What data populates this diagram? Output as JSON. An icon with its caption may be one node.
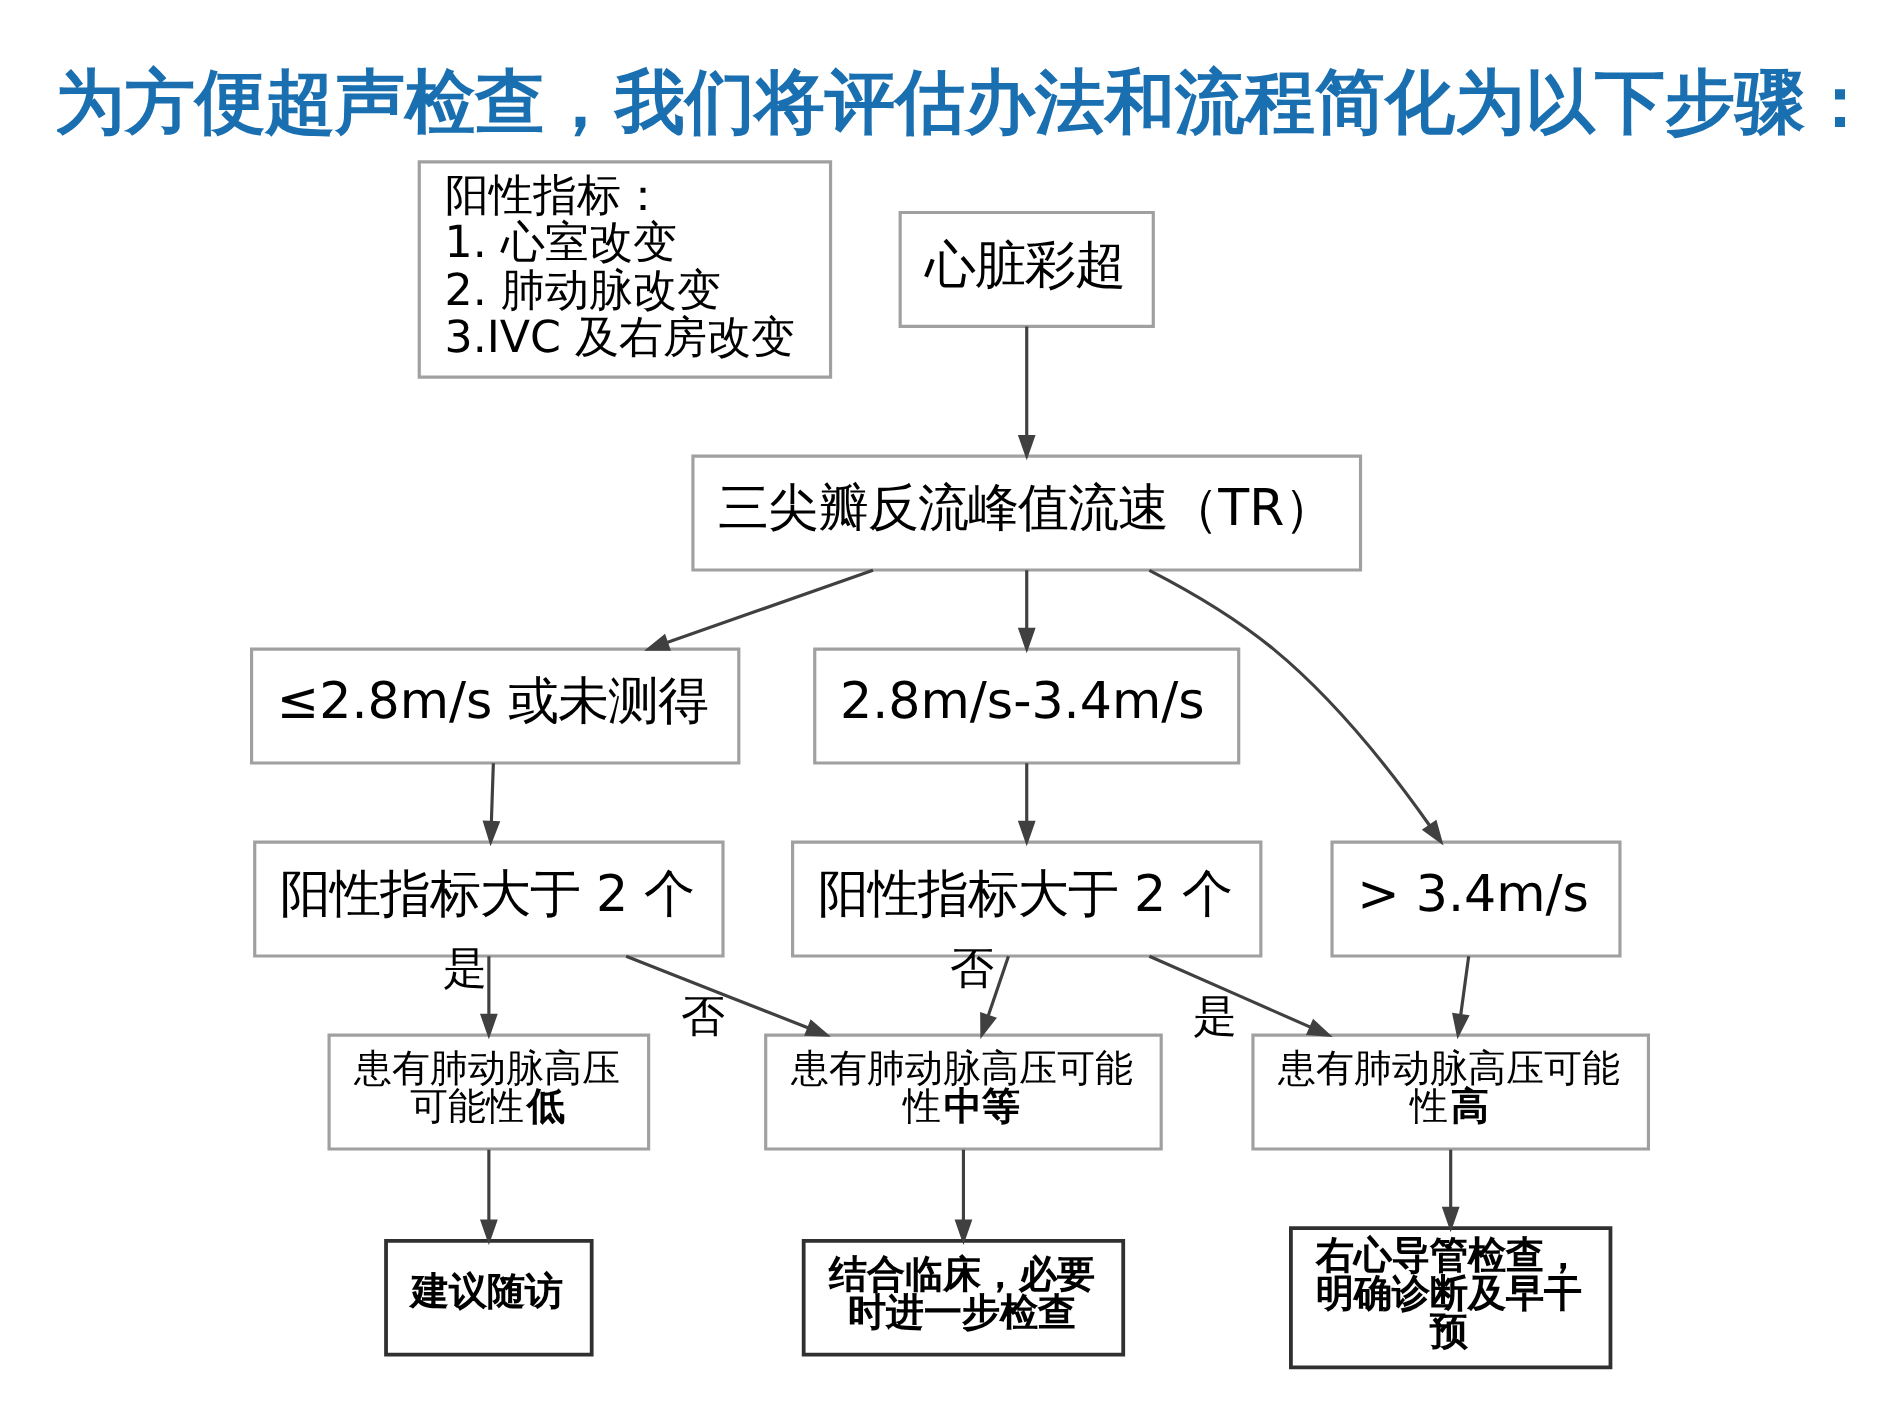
{
  "diagram": {
    "title": "为方便超声检查，我们将评估办法和流程简化为以下步骤：",
    "nodes": [
      {
        "text": [
          "阳性指标：",
          "1. 心室改变",
          "2. 肺动脉改变",
          "3.IVC 及右房改变"
        ]
      },
      {
        "text": [
          "心脏彩超"
        ]
      },
      {
        "text": [
          "三尖瓣反流峰值流速（TR）"
        ]
      },
      {
        "text": [
          "≤2.8m/s 或未测得"
        ]
      },
      {
        "text": [
          "2.8m/s-3.4m/s"
        ]
      },
      {
        "text": [
          "> 3.4m/s"
        ]
      },
      {
        "text": [
          "阳性指标大于 2 个"
        ]
      },
      {
        "text": [
          "阳性指标大于 2 个"
        ]
      },
      {
        "text": [
          "患有肺动脉高压可能性**低**"
        ]
      },
      {
        "text": [
          "患有肺动脉高压可能性**中等**"
        ]
      },
      {
        "text": [
          "患有肺动脉高压可能性**高**"
        ]
      },
      {
        "text": [
          "建议随访"
        ]
      },
      {
        "text": [
          "结合临床，必要时进一步检查"
        ]
      },
      {
        "text": [
          "右心导管检查，明确诊断及早干预"
        ]
      }
    ],
    "edges": [
      {
        "from": 1,
        "to": 2,
        "arrow": "to"
      },
      {
        "from": 2,
        "to": 3,
        "arrow": "to"
      },
      {
        "from": 2,
        "to": 4,
        "arrow": "to"
      },
      {
        "from": 2,
        "to": 5,
        "arrow": "to"
      },
      {
        "from": 3,
        "to": 6,
        "arrow": "to"
      },
      {
        "from": 4,
        "to": 7,
        "arrow": "to"
      },
      {
        "from": 5,
        "to": 10,
        "arrow": "to"
      },
      {
        "from": 6,
        "to": 8,
        "arrow": "to",
        "label": "是"
      },
      {
        "from": 6,
        "to": 9,
        "arrow": "to",
        "label": "否"
      },
      {
        "from": 7,
        "to": 9,
        "arrow": "to",
        "label": "否"
      },
      {
        "from": 7,
        "to": 10,
        "arrow": "to",
        "label": "是"
      },
      {
        "from": 8,
        "to": 11,
        "arrow": "to"
      },
      {
        "from": 9,
        "to": 12,
        "arrow": "to"
      },
      {
        "from": 10,
        "to": 13,
        "arrow": "to"
      }
    ]
  }
}
